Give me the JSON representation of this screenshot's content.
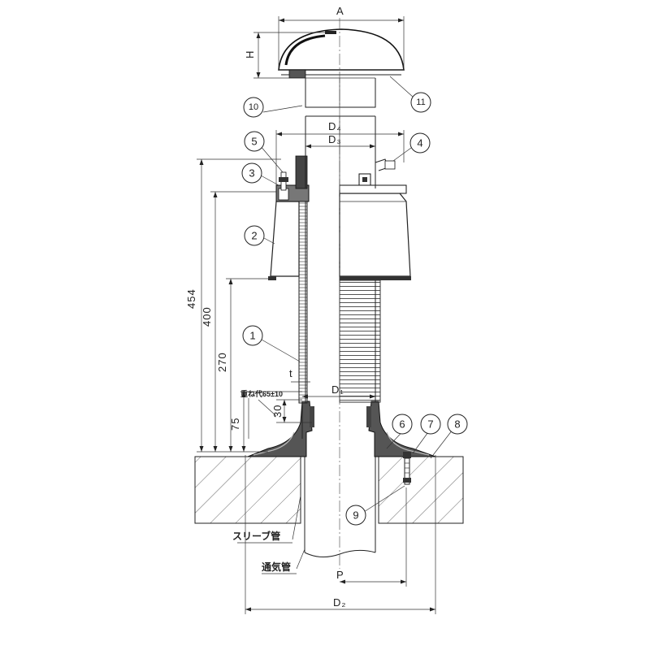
{
  "dimensions": {
    "A": "A",
    "H": "H",
    "D4": "D₄",
    "D3": "D₃",
    "D1": "D₁",
    "D2": "D₂",
    "P": "P",
    "t": "t",
    "h454": "454",
    "h400": "400",
    "h270": "270",
    "h75": "75",
    "h30": "30",
    "overlap": "重ね代65±10"
  },
  "parts": [
    "1",
    "2",
    "3",
    "4",
    "5",
    "6",
    "7",
    "8",
    "9",
    "10",
    "11"
  ],
  "labels": {
    "sleeve_pipe": "スリーブ管",
    "vent_pipe": "通気管"
  }
}
